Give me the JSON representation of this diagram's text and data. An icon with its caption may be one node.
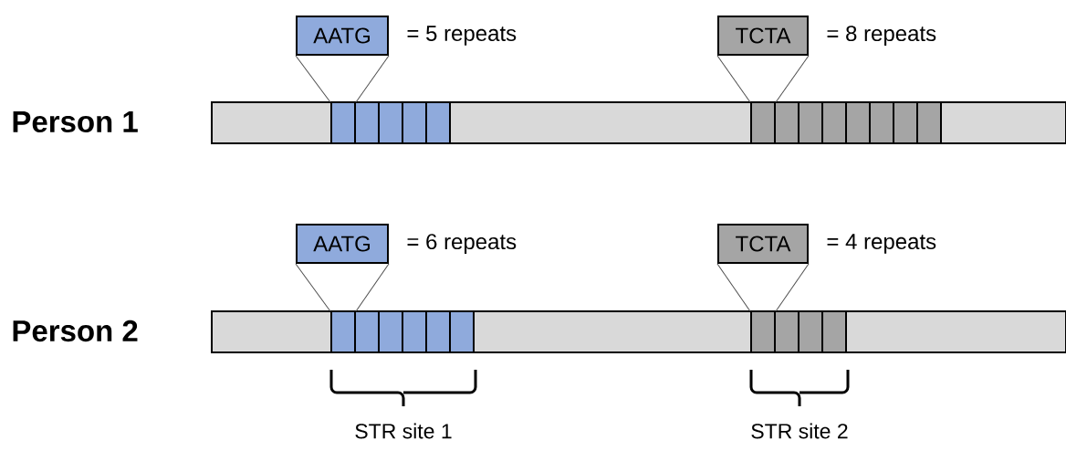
{
  "diagram": {
    "nodes": [
      {
        "text": [
          "AATG"
        ],
        "beside": [
          "= 5 repeats"
        ]
      },
      {
        "text": [
          "TCTA"
        ],
        "beside": [
          "= 8 repeats"
        ]
      },
      {
        "text": [],
        "shape": "bar"
      },
      {
        "text": [],
        "shape": "box",
        "in": 2
      },
      {
        "text": [],
        "shape": "box",
        "in": 2
      },
      {
        "text": [],
        "shape": "box",
        "in": 2
      },
      {
        "text": [],
        "shape": "box",
        "in": 2
      },
      {
        "text": [],
        "shape": "box",
        "in": 2
      },
      {
        "text": [],
        "shape": "box",
        "in": 2
      },
      {
        "text": [],
        "shape": "box",
        "in": 2
      },
      {
        "text": [],
        "shape": "box",
        "in": 2
      },
      {
        "text": [],
        "shape": "box",
        "in": 2
      },
      {
        "text": [],
        "shape": "box",
        "in": 2
      },
      {
        "text": [],
        "shape": "box",
        "in": 2
      },
      {
        "text": [],
        "shape": "box",
        "in": 2
      },
      {
        "text": [],
        "shape": "box",
        "in": 2
      },
      {
        "text": [
          "AATG"
        ],
        "beside": [
          "= 6 repeats"
        ]
      },
      {
        "text": [
          "TCTA"
        ],
        "beside": [
          "= 4 repeats"
        ]
      },
      {
        "text": [],
        "shape": "bar"
      },
      {
        "text": [],
        "shape": "box",
        "in": 18
      },
      {
        "text": [],
        "shape": "box",
        "in": 18
      },
      {
        "text": [],
        "shape": "box",
        "in": 18
      },
      {
        "text": [],
        "shape": "box",
        "in": 18
      },
      {
        "text": [],
        "shape": "box",
        "in": 18
      },
      {
        "text": [],
        "shape": "box",
        "in": 18
      },
      {
        "text": [],
        "shape": "box",
        "in": 18
      },
      {
        "text": [],
        "shape": "box",
        "in": 18
      },
      {
        "text": [],
        "shape": "box",
        "in": 18
      },
      {
        "text": [],
        "shape": "box",
        "in": 18
      }
    ],
    "edges": [
      {
        "from": 0,
        "to": 3,
        "arrow": "none"
      },
      {
        "from": 0,
        "to": 3,
        "arrow": "none"
      },
      {
        "from": 1,
        "to": 8,
        "arrow": "none"
      },
      {
        "from": 1,
        "to": 8,
        "arrow": "none"
      },
      {
        "from": 16,
        "to": 19,
        "arrow": "none"
      },
      {
        "from": 16,
        "to": 19,
        "arrow": "none"
      },
      {
        "from": 17,
        "to": 25,
        "arrow": "none"
      },
      {
        "from": 17,
        "to": 25,
        "arrow": "none"
      }
    ],
    "labels": [
      "Person 1",
      "Person 2",
      "STR site 1",
      "STR site 2"
    ]
  }
}
